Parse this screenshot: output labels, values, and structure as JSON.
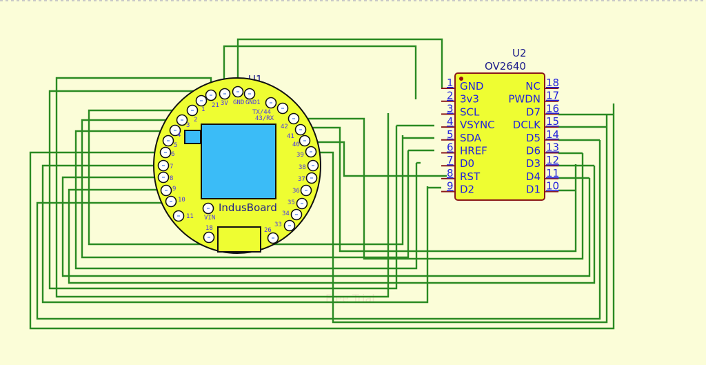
{
  "colors": {
    "background": "#fbfdd8",
    "wire": "#2a8a22",
    "board": "#eefd32",
    "module": "#3bbcf7",
    "pin_label": "#4a35e8",
    "ic_body": "#eefd32",
    "ic_pin": "#8a1a1a",
    "ic_text": "#2222dd"
  },
  "u1": {
    "ref": "U1",
    "name": "IndusBoard",
    "pads_left": [
      {
        "label": "21"
      },
      {
        "label": "1"
      },
      {
        "label": "2"
      },
      {
        "label": "3"
      },
      {
        "label": "4"
      },
      {
        "label": "5"
      },
      {
        "label": "6"
      },
      {
        "label": "7"
      },
      {
        "label": "8"
      },
      {
        "label": "9"
      },
      {
        "label": "10"
      },
      {
        "label": "11"
      }
    ],
    "pads_top": [
      {
        "label": "3V"
      },
      {
        "label": "GND"
      },
      {
        "label": "GND1"
      }
    ],
    "pads_right": [
      {
        "label": "TX/44"
      },
      {
        "label": "43/RX"
      },
      {
        "label": "42"
      },
      {
        "label": "41"
      },
      {
        "label": "40"
      },
      {
        "label": "39"
      },
      {
        "label": "38"
      },
      {
        "label": "37"
      },
      {
        "label": "36"
      },
      {
        "label": "35"
      },
      {
        "label": "34"
      },
      {
        "label": "33"
      }
    ],
    "pads_bottom": [
      {
        "label": "VIN"
      },
      {
        "label": "18"
      },
      {
        "label": "26"
      }
    ]
  },
  "u2": {
    "ref": "U2",
    "part": "OV2640",
    "left_pins": [
      {
        "num": "1",
        "name": "GND"
      },
      {
        "num": "2",
        "name": "3v3"
      },
      {
        "num": "3",
        "name": "SCL"
      },
      {
        "num": "4",
        "name": "VSYNC"
      },
      {
        "num": "5",
        "name": "SDA"
      },
      {
        "num": "6",
        "name": "HREF"
      },
      {
        "num": "7",
        "name": "D0"
      },
      {
        "num": "8",
        "name": "RST"
      },
      {
        "num": "9",
        "name": "D2"
      }
    ],
    "right_pins": [
      {
        "num": "18",
        "name": "NC"
      },
      {
        "num": "17",
        "name": "PWDN"
      },
      {
        "num": "16",
        "name": "D7"
      },
      {
        "num": "15",
        "name": "DCLK"
      },
      {
        "num": "14",
        "name": "D5"
      },
      {
        "num": "13",
        "name": "D6"
      },
      {
        "num": "12",
        "name": "D3"
      },
      {
        "num": "11",
        "name": "D4"
      },
      {
        "num": "10",
        "name": "D1"
      }
    ]
  },
  "watermark": "Free Trial"
}
